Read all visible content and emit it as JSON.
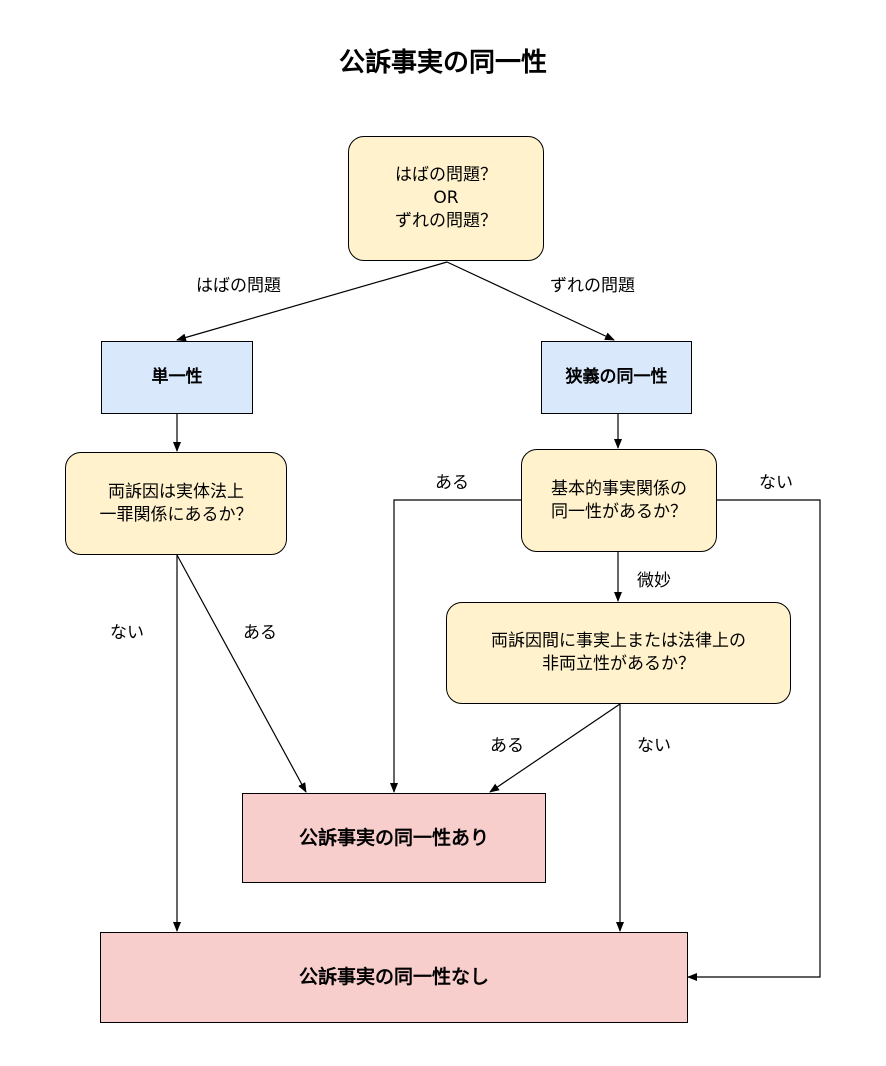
{
  "title": "公訴事実の同一性",
  "nodes": {
    "start": [
      "はばの問題？",
      "OR",
      "ずれの問題？"
    ],
    "unity": "単一性",
    "narrow_identity": "狭義の同一性",
    "q_unity": [
      "両訴因は実体法上",
      "一罪関係にあるか？"
    ],
    "q_basic_facts": [
      "基本的事実関係の",
      "同一性があるか？"
    ],
    "q_incompatibility": [
      "両訴因間に事実上または法律上の",
      "非両立性があるか？"
    ],
    "result_yes": "公訴事実の同一性あり",
    "result_no": "公訴事実の同一性なし"
  },
  "edge_labels": {
    "haba": "はばの問題",
    "zure": "ずれの問題",
    "unity_no": "ない",
    "unity_yes": "ある",
    "basic_yes": "ある",
    "basic_no": "ない",
    "basic_subtle": "微妙",
    "incompat_yes": "ある",
    "incompat_no": "ない"
  },
  "colors": {
    "question_fill": "#fff2cc",
    "process_fill": "#dae8fc",
    "result_fill": "#f8cecc",
    "stroke": "#000000"
  }
}
